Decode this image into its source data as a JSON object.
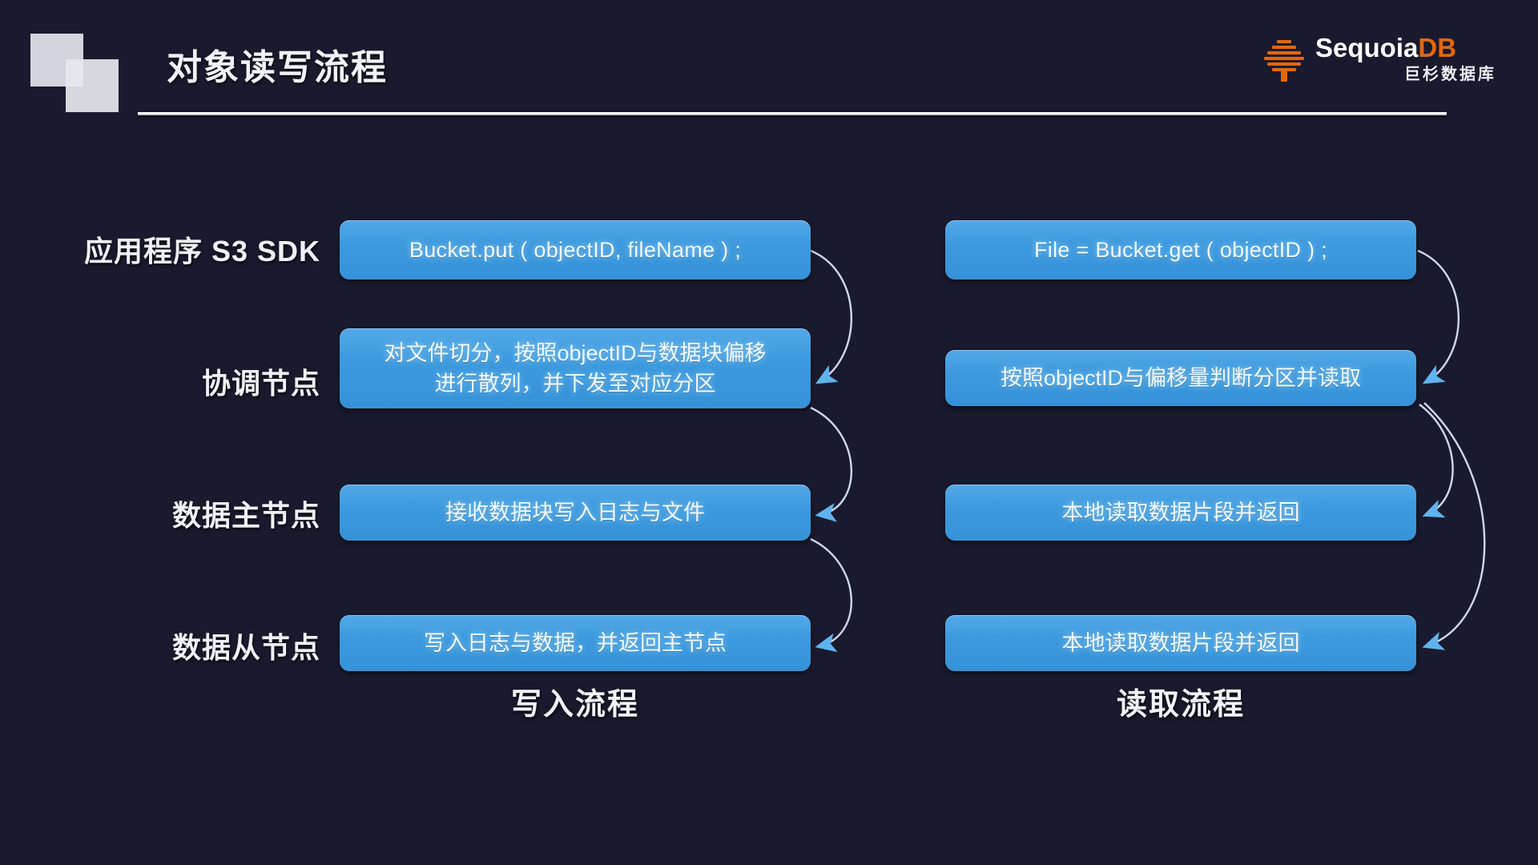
{
  "slide": {
    "title": "对象读写流程",
    "background_color": "#1a1a2e",
    "accent_color": "#3d9ade",
    "brand_accent_color": "#e2680f"
  },
  "brand": {
    "name_primary": "Sequoia",
    "name_secondary": "DB",
    "subtitle": "巨杉数据库",
    "mark": "sequoia-tree-icon"
  },
  "diagram": {
    "row_labels": [
      {
        "text": "应用程序 S3 SDK"
      },
      {
        "text": "协调节点"
      },
      {
        "text": "数据主节点"
      },
      {
        "text": "数据从节点"
      }
    ],
    "write_flow": {
      "caption": "写入流程",
      "steps": [
        {
          "line1": "Bucket.put ( objectID, fileName ) ;",
          "line2": ""
        },
        {
          "line1": "对文件切分，按照objectID与数据块偏移",
          "line2": "进行散列，并下发至对应分区"
        },
        {
          "line1": "接收数据块写入日志与文件",
          "line2": ""
        },
        {
          "line1": "写入日志与数据，并返回主节点",
          "line2": ""
        }
      ]
    },
    "read_flow": {
      "caption": "读取流程",
      "steps": [
        {
          "line1": "File = Bucket.get ( objectID ) ;",
          "line2": ""
        },
        {
          "line1": "按照objectID与偏移量判断分区并读取",
          "line2": ""
        },
        {
          "line1": "本地读取数据片段并返回",
          "line2": ""
        },
        {
          "line1": "本地读取数据片段并返回",
          "line2": ""
        }
      ]
    }
  }
}
